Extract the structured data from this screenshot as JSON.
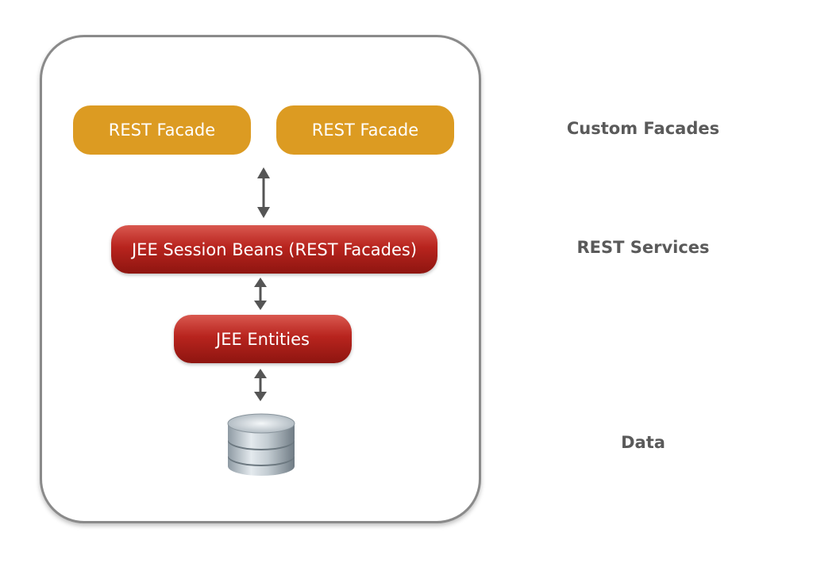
{
  "boxes": {
    "facade_left": "REST Facade",
    "facade_right": "REST Facade",
    "session_beans": "JEE Session Beans (REST Facades)",
    "entities": "JEE Entities"
  },
  "labels": {
    "custom_facades": "Custom Facades",
    "rest_services": "REST Services",
    "data": "Data"
  },
  "icons": {
    "arrows": "double-arrow-icon",
    "database": "database-icon"
  },
  "colors": {
    "facade_fill": "#dc9b22",
    "service_fill": "#b8241e",
    "label_text": "#5a5a5a",
    "arrow": "#555555",
    "border": "#8a8a8a"
  }
}
